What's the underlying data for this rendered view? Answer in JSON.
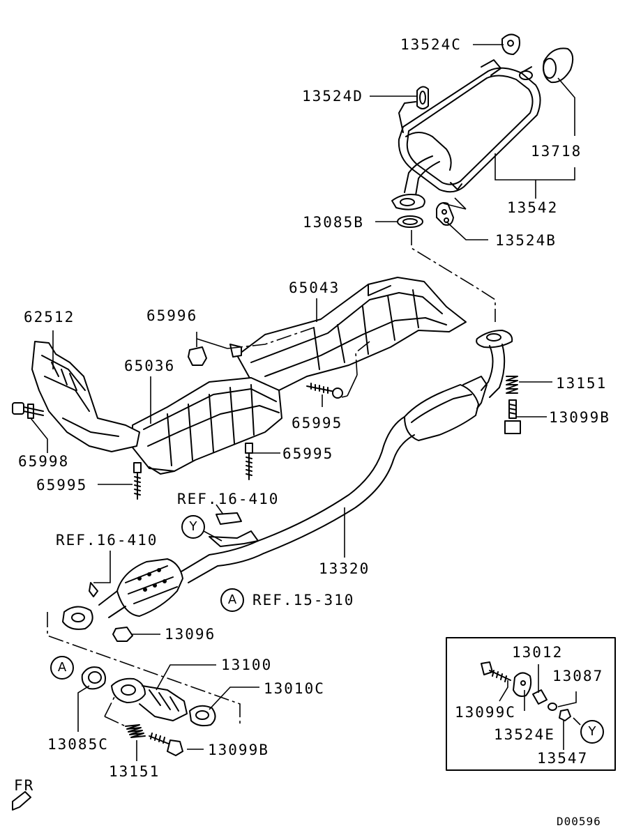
{
  "parts": {
    "p13524C": "13524C",
    "p13524D": "13524D",
    "p13718": "13718",
    "p13542": "13542",
    "p13085B": "13085B",
    "p13524B": "13524B",
    "p65043": "65043",
    "p62512": "62512",
    "p65996": "65996",
    "p65036": "65036",
    "p13151_top": "13151",
    "p13099B_top": "13099B",
    "p65995_a": "65995",
    "p65995_b": "65995",
    "p65995_c": "65995",
    "p65998": "65998",
    "ref_16_410_a": "REF.16-410",
    "ref_16_410_b": "REF.16-410",
    "p13320": "13320",
    "ref_15_310": "REF.15-310",
    "p13096": "13096",
    "p13100": "13100",
    "p13010C": "13010C",
    "p13085C": "13085C",
    "p13099B_bot": "13099B",
    "p13151_bot": "13151",
    "p13012": "13012",
    "p13087": "13087",
    "p13099C": "13099C",
    "p13524E": "13524E",
    "p13547": "13547"
  },
  "markers": {
    "Y_main": "Y",
    "A_main": "A",
    "A_lower": "A",
    "Y_inset": "Y"
  },
  "direction": "FR",
  "diagram_code": "D00596"
}
